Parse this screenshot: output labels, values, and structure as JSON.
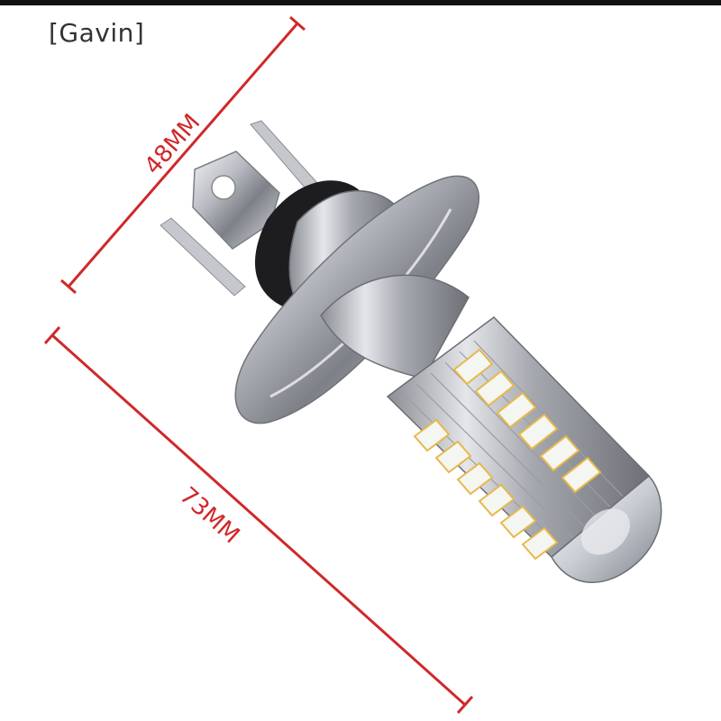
{
  "brand": {
    "text": "[Gavin]"
  },
  "dimensions": {
    "width_label": "48MM",
    "length_label": "73MM"
  },
  "colors": {
    "dimension_line": "#d0282a",
    "metal": "#b9bcc2",
    "led_chip": "#f4f6f2",
    "chip_frame": "#e8b84a"
  }
}
